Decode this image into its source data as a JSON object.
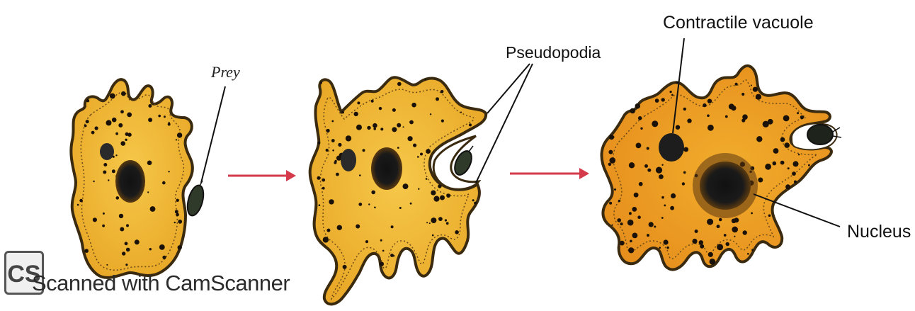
{
  "labels": {
    "prey": "Prey",
    "pseudopodia": "Pseudopodia",
    "contractile_vacuole": "Contractile vacuole",
    "nucleus": "Nucleus"
  },
  "watermark": {
    "logo_text": "CS",
    "text": "Scanned with CamScanner"
  },
  "colors": {
    "cytoplasm": "#f2b833",
    "outline": "#3a2a10",
    "nucleus": "#1c1c1c",
    "arrow": "#d43a4a"
  }
}
